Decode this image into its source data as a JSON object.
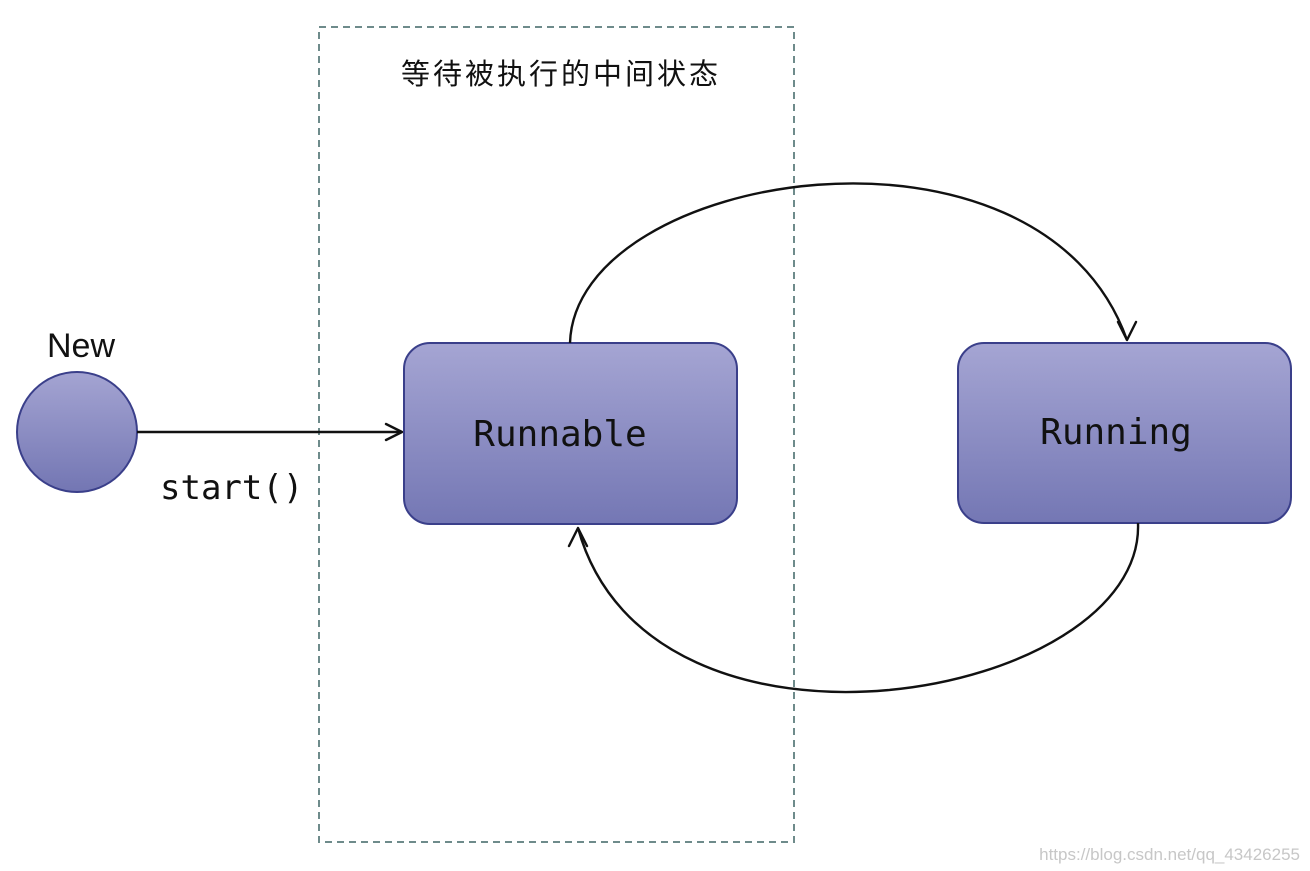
{
  "region": {
    "title": "等待被执行的中间状态"
  },
  "initial_state": {
    "label": "New"
  },
  "states": {
    "runnable": {
      "label": "Runnable"
    },
    "running": {
      "label": "Running"
    }
  },
  "transitions": {
    "start": {
      "label": "start()"
    }
  },
  "watermark": "https://blog.csdn.net/qq_43426255",
  "colors": {
    "state_fill_top": "#a5a5d3",
    "state_fill_bottom": "#7477b4",
    "state_stroke": "#3a3f8a",
    "region_stroke": "#6e8b8b",
    "edge": "#111111"
  }
}
